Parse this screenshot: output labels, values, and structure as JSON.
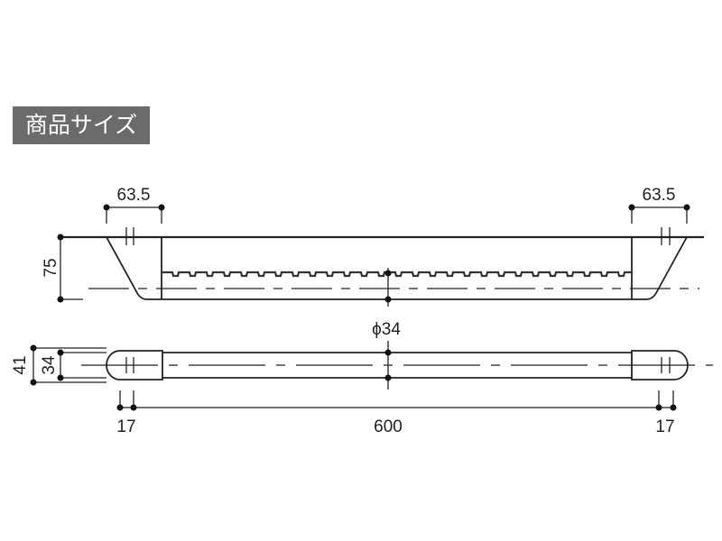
{
  "title": "商品サイズ",
  "dimensions": {
    "left_offset": "63.5",
    "right_offset": "63.5",
    "height": "75",
    "diameter": "ϕ34",
    "outer_width": "41",
    "inner_width": "34",
    "left_end": "17",
    "length": "600",
    "right_end": "17"
  },
  "colors": {
    "title_bg": "#6b6b6b",
    "line": "#222222"
  }
}
